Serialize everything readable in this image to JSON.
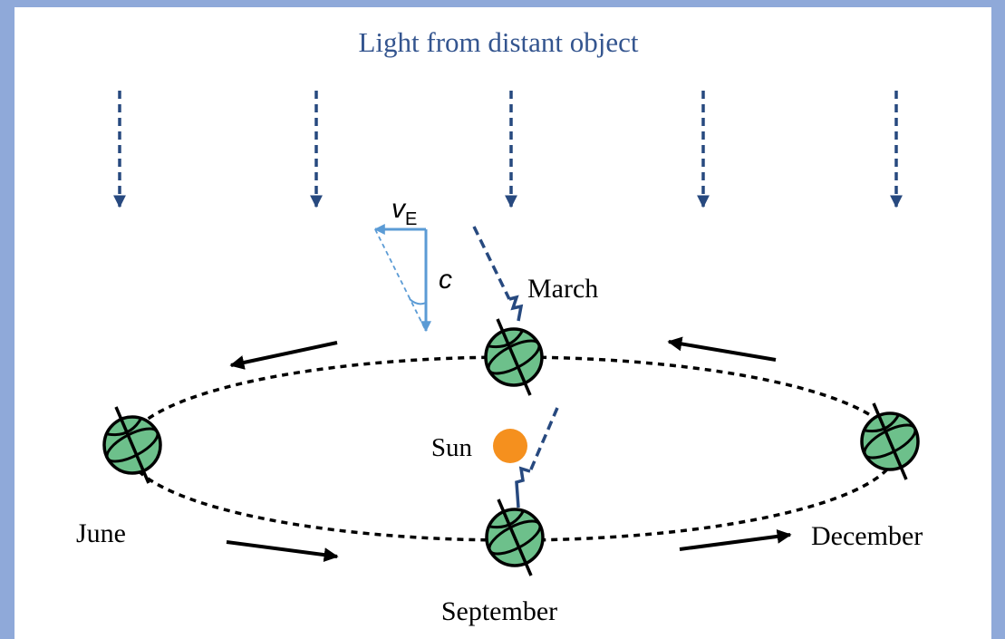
{
  "title": "Light from distant object",
  "labels": {
    "march": "March",
    "june": "June",
    "september": "September",
    "december": "December",
    "sun": "Sun"
  },
  "vector_labels": {
    "earth_velocity": "v",
    "earth_velocity_subscript": "E",
    "light_speed": "c"
  },
  "colors": {
    "background_border": "#8fa9d9",
    "light_ray": "#27497f",
    "earth_fill": "#6dc08b",
    "sun_fill": "#f5901e",
    "vector_triangle": "#5b9bd5",
    "title_text": "#34558f"
  },
  "icons": [
    "earth-icon",
    "sun-icon",
    "dashed-arrow-down-icon",
    "orbit-direction-arrow-icon"
  ]
}
